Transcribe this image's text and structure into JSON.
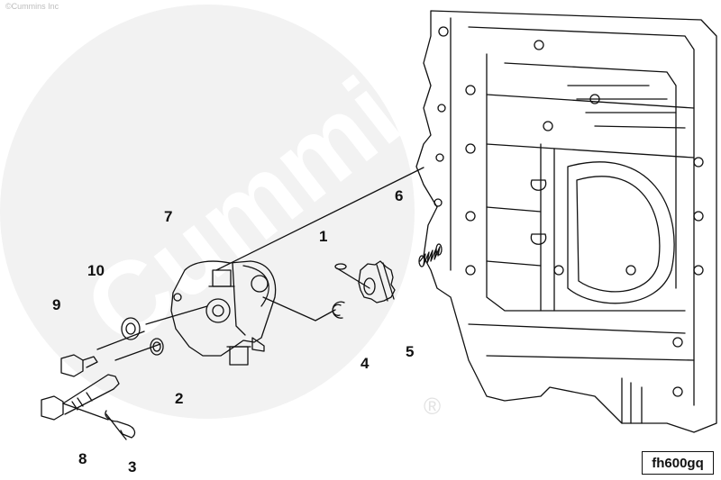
{
  "copyright": "©Cummins Inc",
  "watermark": {
    "brand": "Cummins",
    "registered_mark": "®",
    "color": "#eeeeee"
  },
  "callouts": [
    "1",
    "2",
    "3",
    "4",
    "5",
    "6",
    "7",
    "8",
    "9",
    "10"
  ],
  "figure_code": "fh600gq",
  "colors": {
    "line": "#111111",
    "background": "#ffffff"
  }
}
